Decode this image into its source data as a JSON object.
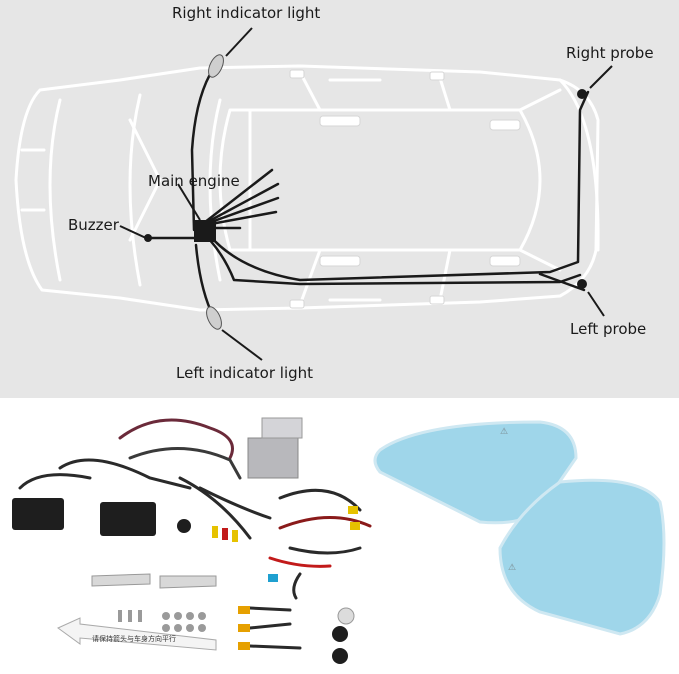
{
  "diagram": {
    "labels": {
      "right_indicator": "Right indicator light",
      "right_probe": "Right probe",
      "main_engine": "Main engine",
      "buzzer": "Buzzer",
      "left_probe": "Left probe",
      "left_indicator": "Left indicator light"
    }
  },
  "products": {
    "bracket_text": "请保持箭头与车身方向平行"
  },
  "colors": {
    "diagram_bg": "#e6e6e6",
    "car_outline": "#ffffff",
    "wire": "#1a1a1a",
    "mirror_glass": "#9fd6ea"
  }
}
